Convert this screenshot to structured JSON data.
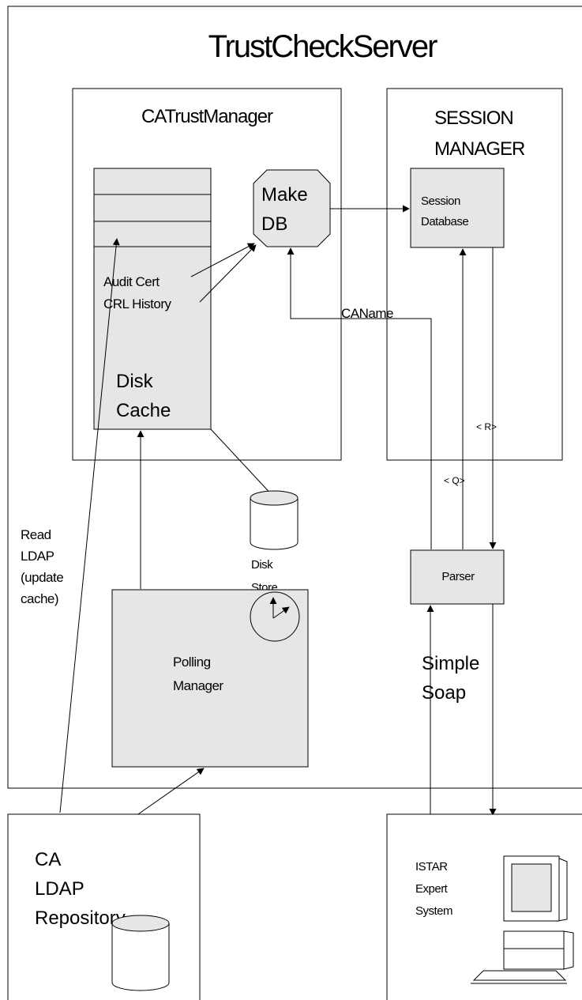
{
  "title": "TrustCheckServer",
  "ca_trust_manager": {
    "label": "CATrustManager",
    "disk_cache": [
      "Disk",
      "Cache"
    ],
    "audit_lines": [
      "Audit Cert",
      "CRL History"
    ],
    "make_db": [
      "Make",
      "DB"
    ]
  },
  "session_manager": {
    "label": [
      "SESSION",
      "MANAGER"
    ],
    "session_db": [
      "Session",
      "Database"
    ]
  },
  "parser": "Parser",
  "caname": "CAName",
  "r_label": "< R>",
  "q_label": "< Q>",
  "disk_store": [
    "Disk",
    "Store"
  ],
  "read_ldap": [
    "Read",
    "LDAP",
    "(update",
    "cache)"
  ],
  "polling_manager": [
    "Polling",
    "Manager"
  ],
  "simple_soap": [
    "Simple",
    "Soap"
  ],
  "ca_ldap": [
    "CA",
    "LDAP",
    "Repository"
  ],
  "istar": [
    "ISTAR",
    "Expert",
    "System"
  ],
  "colors": {
    "fill": "#e6e6e6",
    "stroke": "#000000",
    "background": "#ffffff"
  }
}
